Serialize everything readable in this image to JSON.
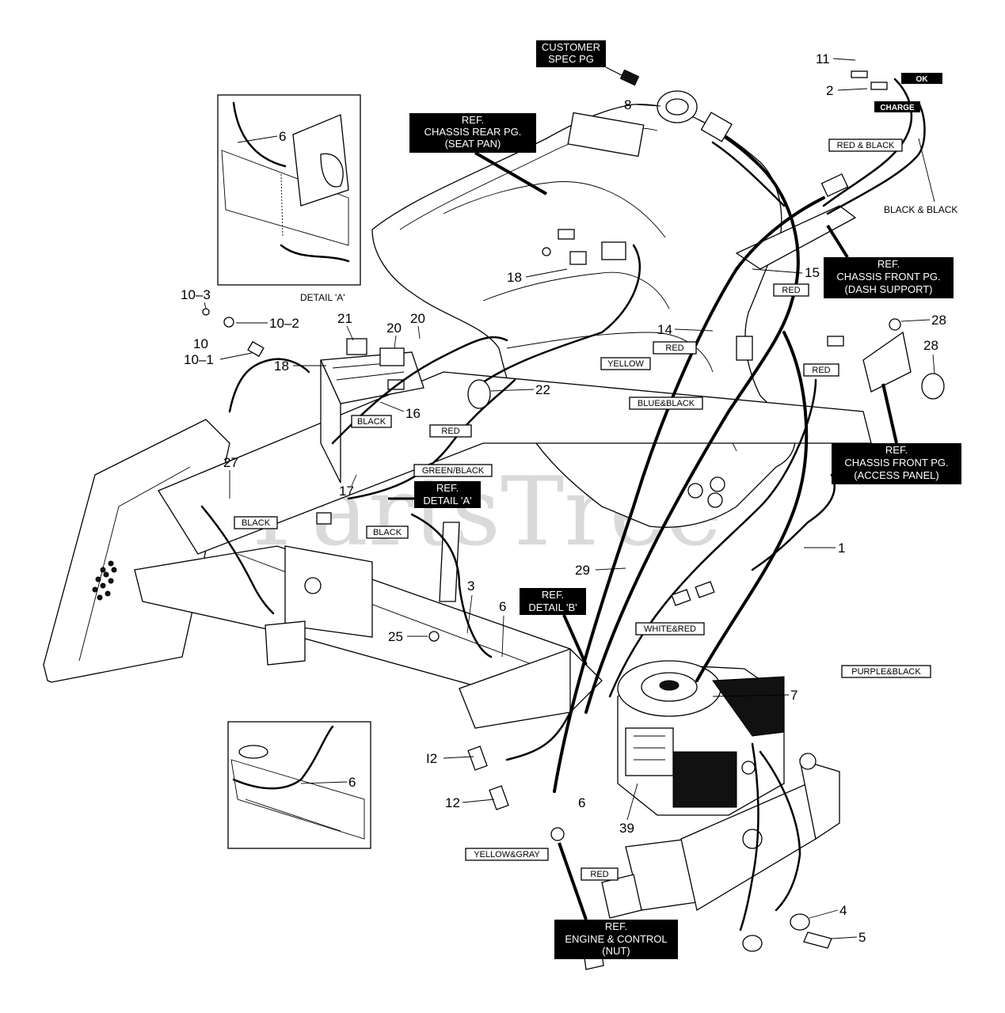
{
  "watermark": "PartsTree",
  "ref_boxes": [
    {
      "id": "customer",
      "lines": [
        "CUSTOMER",
        "SPEC PG"
      ]
    },
    {
      "id": "seat-pan",
      "lines": [
        "REF.",
        "CHASSIS REAR PG.",
        "(SEAT PAN)"
      ]
    },
    {
      "id": "dash",
      "lines": [
        "REF.",
        "CHASSIS FRONT PG.",
        "(DASH SUPPORT)"
      ]
    },
    {
      "id": "access",
      "lines": [
        "REF.",
        "CHASSIS FRONT PG.",
        "(ACCESS PANEL)"
      ]
    },
    {
      "id": "detail-a",
      "lines": [
        "REF.",
        "DETAIL 'A'"
      ]
    },
    {
      "id": "detail-b",
      "lines": [
        "REF.",
        "DETAIL 'B'"
      ]
    },
    {
      "id": "engine",
      "lines": [
        "REF.",
        "ENGINE & CONTROL",
        "(NUT)"
      ]
    }
  ],
  "wire_labels": [
    "RED & BLACK",
    "RED",
    "YELLOW",
    "BLUE&BLACK",
    "RED",
    "BLACK",
    "RED",
    "GREEN/BLACK",
    "BLACK",
    "BLACK",
    "WHITE&RED",
    "PURPLE&BLACK",
    "YELLOW&GRAY",
    "RED",
    "RED"
  ],
  "plain_labels": {
    "black_black": "BLACK & BLACK",
    "detail_a": "DETAIL 'A'"
  },
  "indicator_badges": {
    "ok": "OK",
    "charge": "CHARGE"
  },
  "part_numbers": [
    "11",
    "2",
    "8",
    "6",
    "18",
    "15",
    "14",
    "28",
    "28",
    "10–3",
    "10–2",
    "10",
    "10–1",
    "21",
    "20",
    "20",
    "18",
    "22",
    "16",
    "27",
    "17",
    "1",
    "29",
    "3",
    "6",
    "25",
    "7",
    "I2",
    "12",
    "6",
    "39",
    "4",
    "5",
    "6"
  ]
}
